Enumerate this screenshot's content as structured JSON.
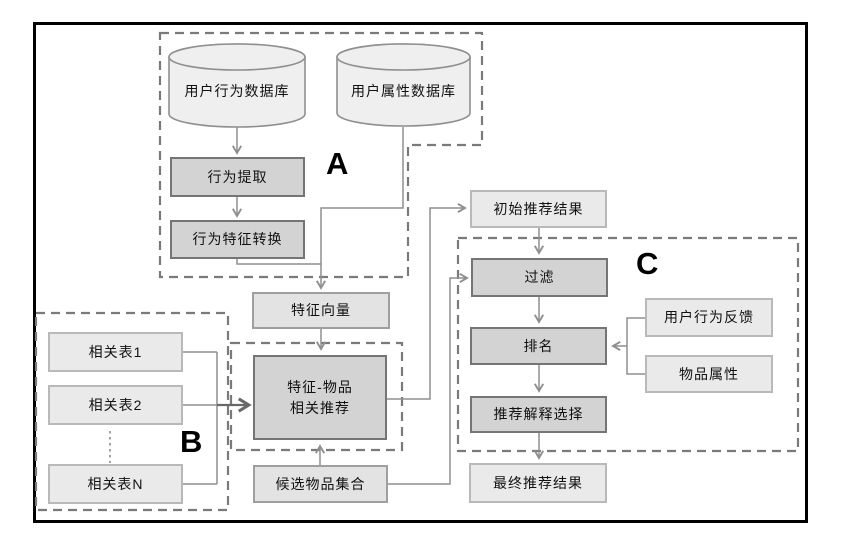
{
  "sections": {
    "a": "A",
    "b": "B",
    "c": "C"
  },
  "databases": {
    "user_behavior_db": "用户行为数据库",
    "user_attribute_db": "用户属性数据库"
  },
  "nodes": {
    "behavior_extraction": "行为提取",
    "behavior_feature_conversion": "行为特征转换",
    "feature_vector": "特征向量",
    "feature_item_line1": "特征-物品",
    "feature_item_line2": "相关推荐",
    "candidate_item_set": "候选物品集合",
    "related_table_1": "相关表1",
    "related_table_2": "相关表2",
    "related_table_n": "相关表N",
    "initial_result": "初始推荐结果",
    "filter": "过滤",
    "ranking": "排名",
    "explanation_selection": "推荐解释选择",
    "final_result": "最终推荐结果",
    "user_behavior_feedback": "用户行为反馈",
    "item_attributes": "物品属性"
  },
  "colors": {
    "process_fill": "#d3d3d3",
    "process_border": "#757575",
    "light_fill": "#eaeaea",
    "light_border": "#b9b9b9",
    "cylinder_fill": "#efefef",
    "line": "#8f8f8f",
    "dashed_border": "#7a7a7a",
    "frame_border": "#000000",
    "text": "#111111"
  }
}
